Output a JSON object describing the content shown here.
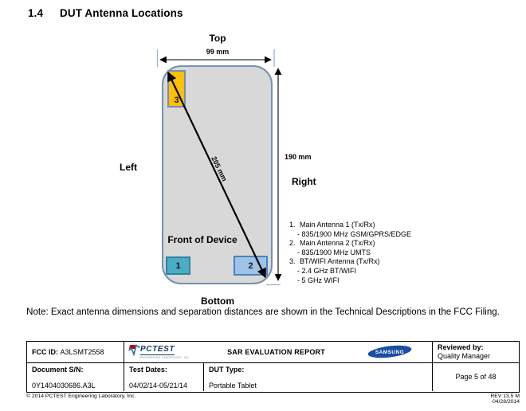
{
  "heading": {
    "number": "1.4",
    "title": "DUT Antenna Locations"
  },
  "diagram": {
    "labels": {
      "top": "Top",
      "bottom": "Bottom",
      "left": "Left",
      "right": "Right",
      "front": "Front of Device"
    },
    "dimensions": {
      "width": "99 mm",
      "height": "190 mm",
      "diagonal": "205 mm"
    },
    "antennas": [
      {
        "id": "1",
        "color": "#4BACC6"
      },
      {
        "id": "2",
        "color": "#9DC3E6"
      },
      {
        "id": "3",
        "color": "#FFC000"
      }
    ],
    "legend": [
      {
        "num": "1.",
        "title": "Main Antenna 1 (Tx/Rx)",
        "subs": [
          "- 835/1900 MHz GSM/GPRS/EDGE"
        ]
      },
      {
        "num": "2.",
        "title": "Main Antenna 2 (Tx/Rx)",
        "subs": [
          "- 835/1900 MHz UMTS"
        ]
      },
      {
        "num": "3.",
        "title": "BT/WIFI Antenna (Tx/Rx)",
        "subs": [
          "- 2.4 GHz BT/WIFI",
          "- 5 GHz WIFI"
        ]
      }
    ],
    "colors": {
      "device_fill": "#D8D8D8",
      "device_border": "#7590B2"
    }
  },
  "note": "Note: Exact antenna dimensions and separation distances are shown in the Technical Descriptions in the FCC Filing.",
  "footer": {
    "fcc_id_label": "FCC ID:",
    "fcc_id_value": "A3LSMT2558",
    "pctest_logo_text": "PCTEST",
    "pctest_logo_sub": "ENGINEERING LABORATORY, INC.",
    "report_title": "SAR EVALUATION REPORT",
    "samsung_logo_text": "SAMSUNG",
    "samsung_blue": "#1B4DA2",
    "reviewed_by_label": "Reviewed by:",
    "reviewed_by_value": "Quality Manager",
    "document_sn_label": "Document S/N:",
    "document_sn_value": "0Y1404030686.A3L",
    "test_dates_label": "Test Dates:",
    "test_dates_value": "04/02/14-05/21/14",
    "dut_type_label": "DUT Type:",
    "dut_type_value": "Portable Tablet",
    "page_number": "Page 5 of 48",
    "copyright": "© 2014 PCTEST Engineering Laboratory, Inc.",
    "rev_line1": "REV 13.5 M",
    "rev_line2": "04/28/2014"
  }
}
